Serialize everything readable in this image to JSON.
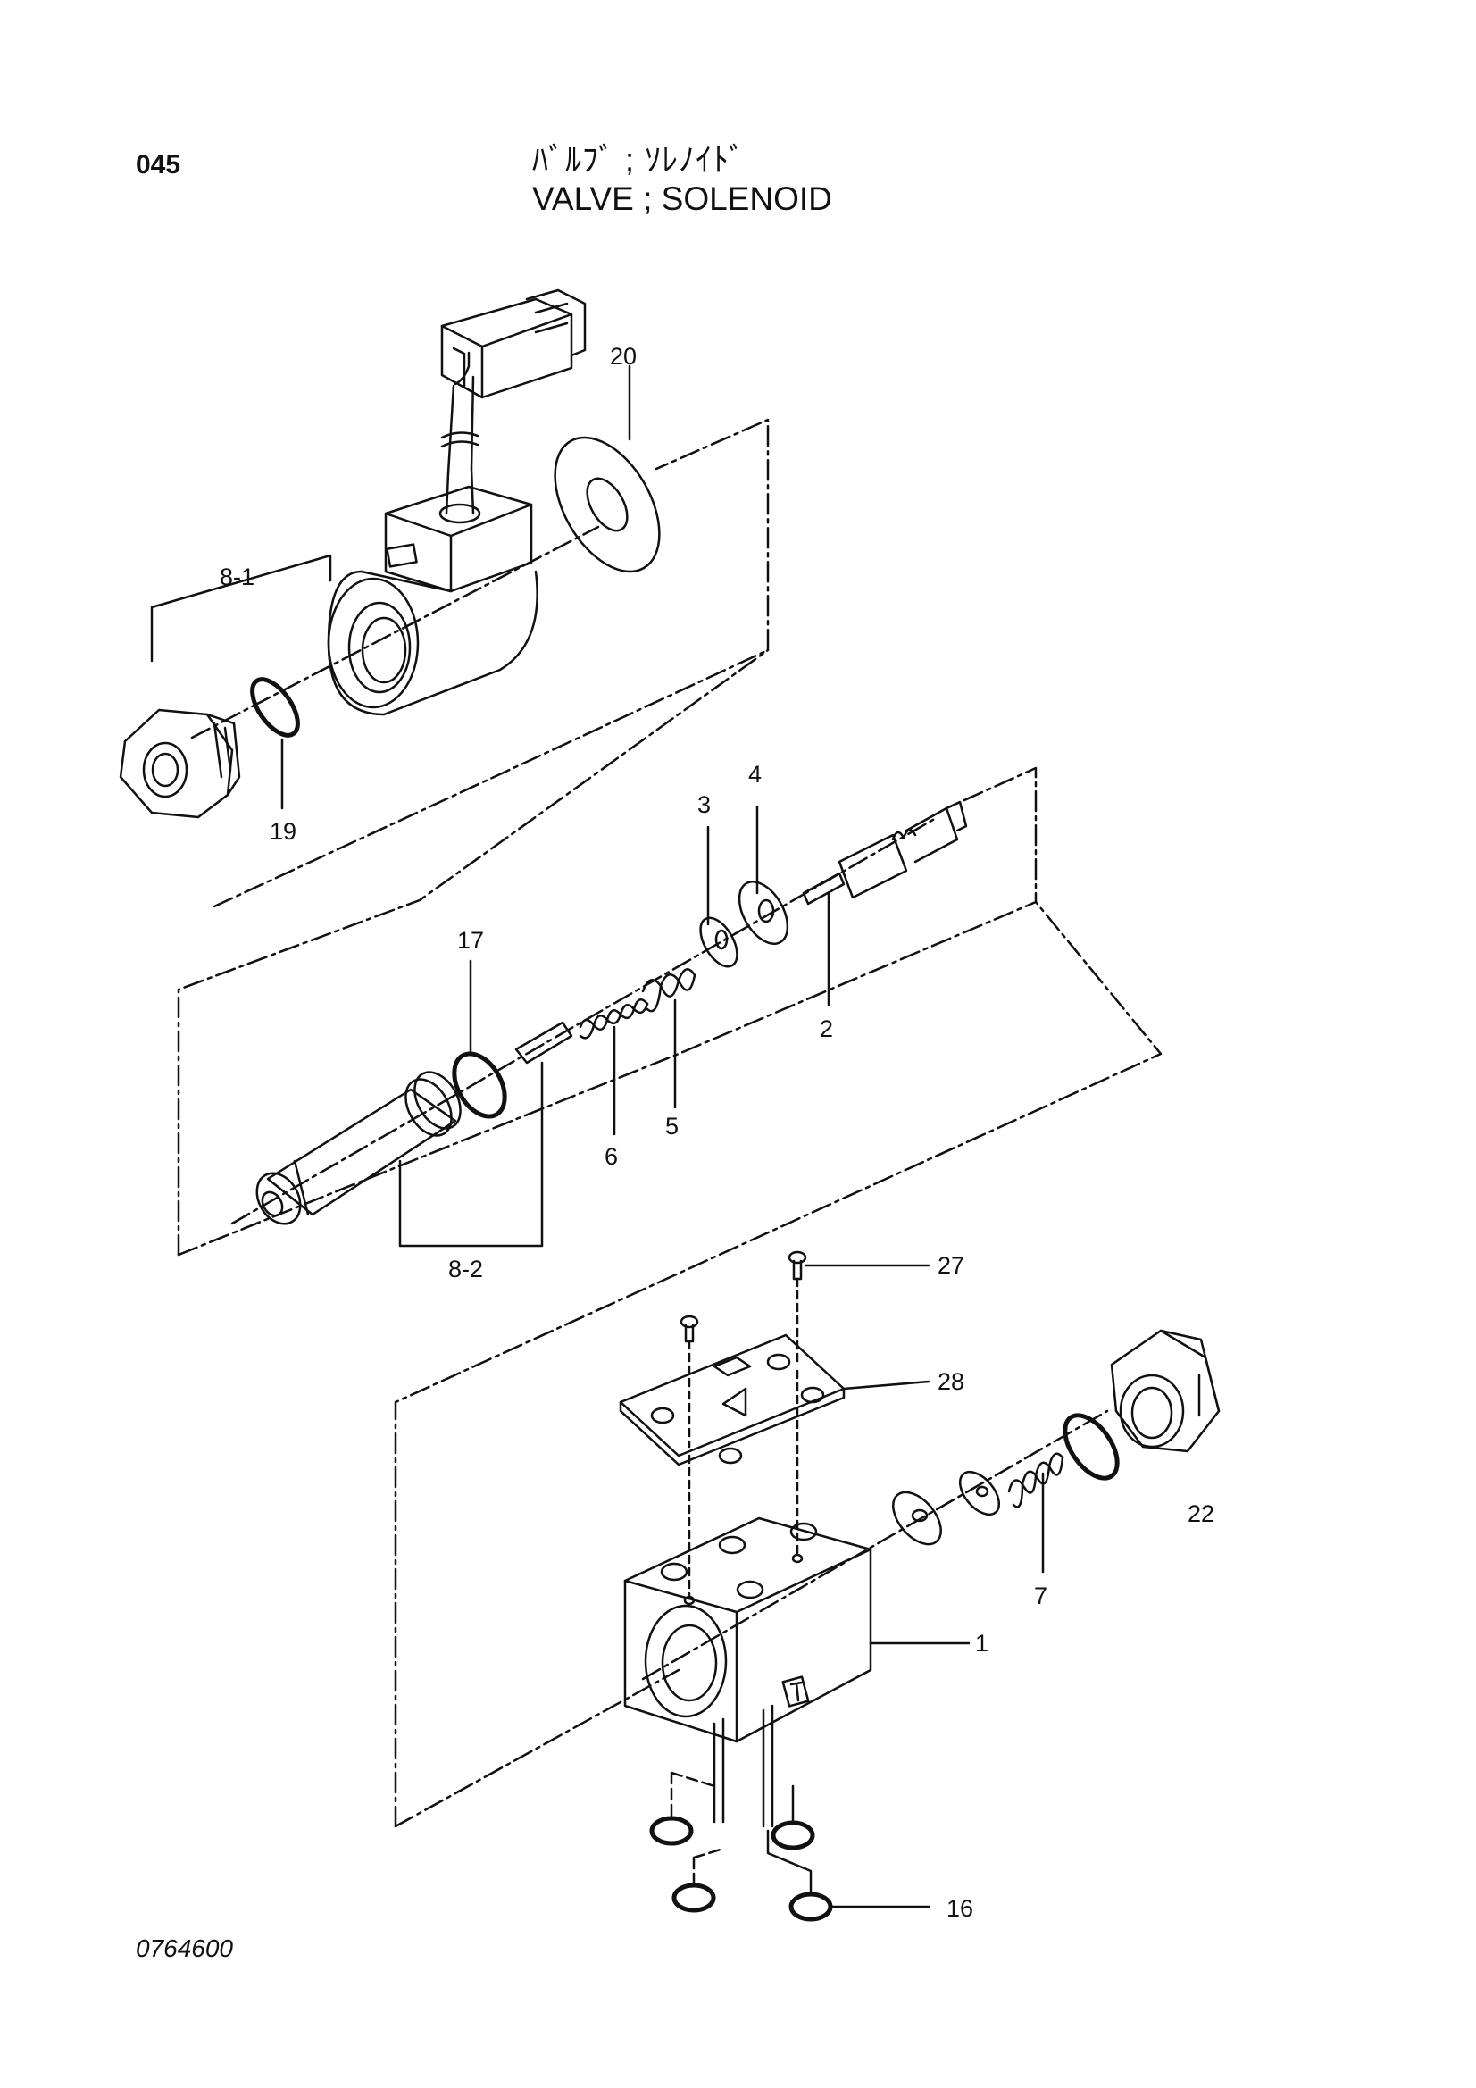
{
  "header": {
    "page_code": "045",
    "title_jp": "ﾊﾞﾙﾌﾞ ; ｿﾚﾉｲﾄﾞ",
    "title_en": "VALVE ; SOLENOID"
  },
  "footer": {
    "drawing_number": "0764600"
  },
  "callouts": {
    "c20": "20",
    "c8_1": "8-1",
    "c19": "19",
    "c3": "3",
    "c4": "4",
    "c2": "2",
    "c17": "17",
    "c6": "6",
    "c5": "5",
    "c8_2": "8-2",
    "c27": "27",
    "c28": "28",
    "c22": "22",
    "c7": "7",
    "c1": "1",
    "c16": "16"
  },
  "colors": {
    "ink": "#111111",
    "paper": "#ffffff"
  }
}
